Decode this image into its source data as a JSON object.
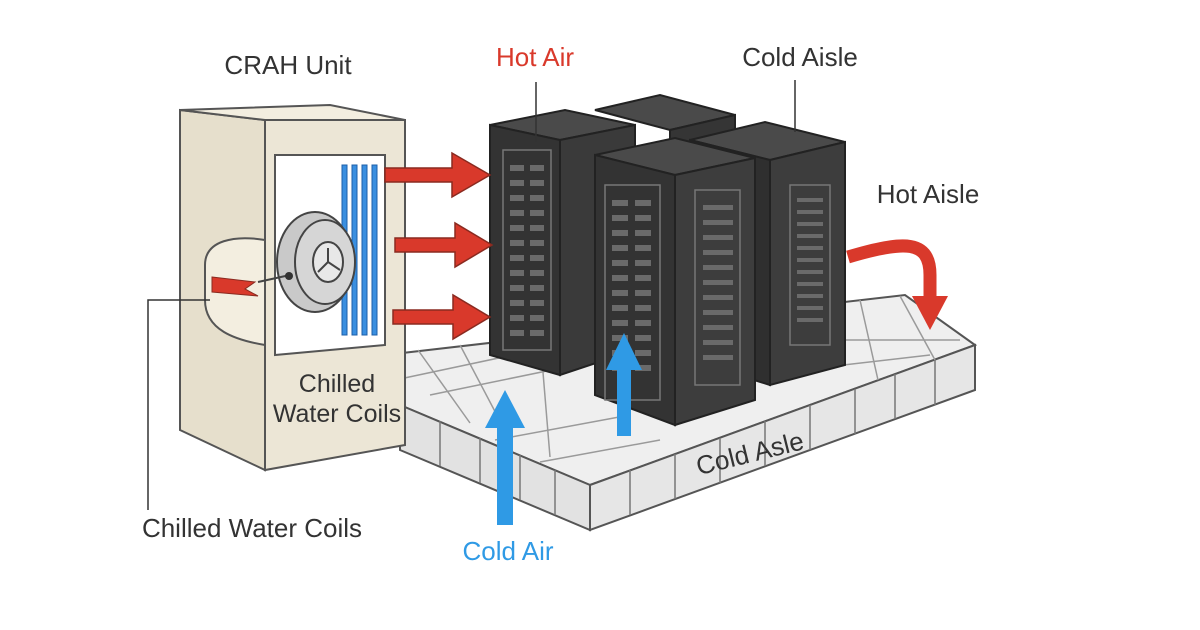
{
  "labels": {
    "crah_unit": "CRAH Unit",
    "hot_air": "Hot Air",
    "cold_aisle_top": "Cold Aisle",
    "hot_aisle": "Hot Aisle",
    "chilled_water_coils_inner_line1": "Chilled",
    "chilled_water_coils_inner_line2": "Water Coils",
    "chilled_water_coils_callout": "Chilled Water Coils",
    "cold_air": "Cold Air",
    "cold_aisle_floor": "Cold Asle"
  },
  "colors": {
    "label_dark": "#333333",
    "hot_air": "#d9392b",
    "cold_air": "#2f9ae5",
    "cabinet_fill": "#ece6d6",
    "rack_fill": "#3a3a3a",
    "floor_top": "#eeeeee",
    "floor_side": "#e0e0e0",
    "coil": "#3a8fe0"
  },
  "icons": {
    "crah": "crah-unit-icon",
    "fan": "fan-icon",
    "coils": "chilled-water-coil-icon",
    "rack": "server-rack-icon",
    "floor": "raised-floor-icon"
  }
}
